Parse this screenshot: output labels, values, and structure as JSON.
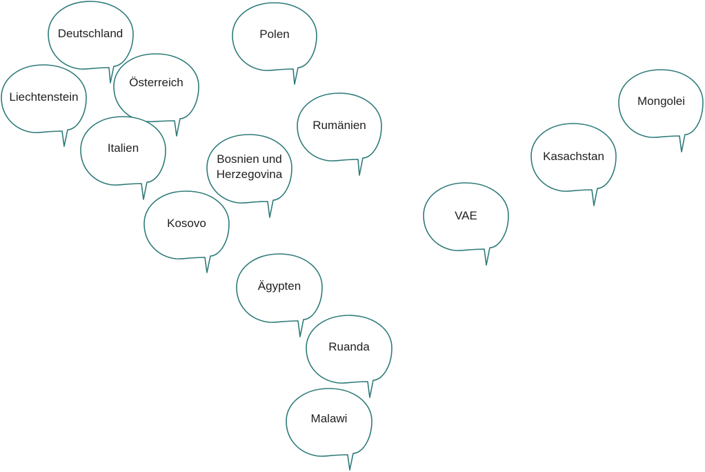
{
  "outline_color": "#2d7a78",
  "text_color": "#1f1f1f",
  "bubbles": [
    {
      "id": "deutschland",
      "label": "Deutschland"
    },
    {
      "id": "polen",
      "label": "Polen"
    },
    {
      "id": "oesterreich",
      "label": "Österreich"
    },
    {
      "id": "liechtenstein",
      "label": "Liechtenstein"
    },
    {
      "id": "italien",
      "label": "Italien"
    },
    {
      "id": "rumaenien",
      "label": "Rumänien"
    },
    {
      "id": "bosnien",
      "label": "Bosnien und Herzegovina"
    },
    {
      "id": "kosovo",
      "label": "Kosovo"
    },
    {
      "id": "aegypten",
      "label": "Ägypten"
    },
    {
      "id": "ruanda",
      "label": "Ruanda"
    },
    {
      "id": "malawi",
      "label": "Malawi"
    },
    {
      "id": "vae",
      "label": "VAE"
    },
    {
      "id": "kasachstan",
      "label": "Kasachstan"
    },
    {
      "id": "mongolei",
      "label": "Mongolei"
    }
  ]
}
